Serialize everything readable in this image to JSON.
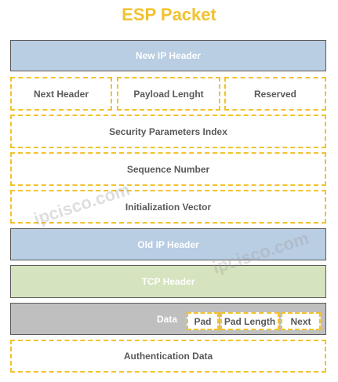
{
  "title": "ESP Packet",
  "rows": {
    "new_ip_header": "New IP Header",
    "next_header": "Next Header",
    "payload_length": "Payload Lenght",
    "reserved": "Reserved",
    "spi": "Security Parameters Index",
    "sequence_number": "Sequence Number",
    "initialization_vector": "Initialization Vector",
    "old_ip_header": "Old IP Header",
    "tcp_header": "TCP Header",
    "data": "Data",
    "pad": "Pad",
    "pad_length": "Pad Length",
    "next": "Next",
    "authentication_data": "Authentication Data"
  },
  "watermarks": [
    "ipcisco.com",
    "ipcisco.com"
  ],
  "colors": {
    "title": "#f2c22e",
    "dashed_border": "#f2c22e",
    "ip_header": "#b9cde3",
    "tcp_header": "#d5e3be",
    "data": "#bfbfbf"
  }
}
